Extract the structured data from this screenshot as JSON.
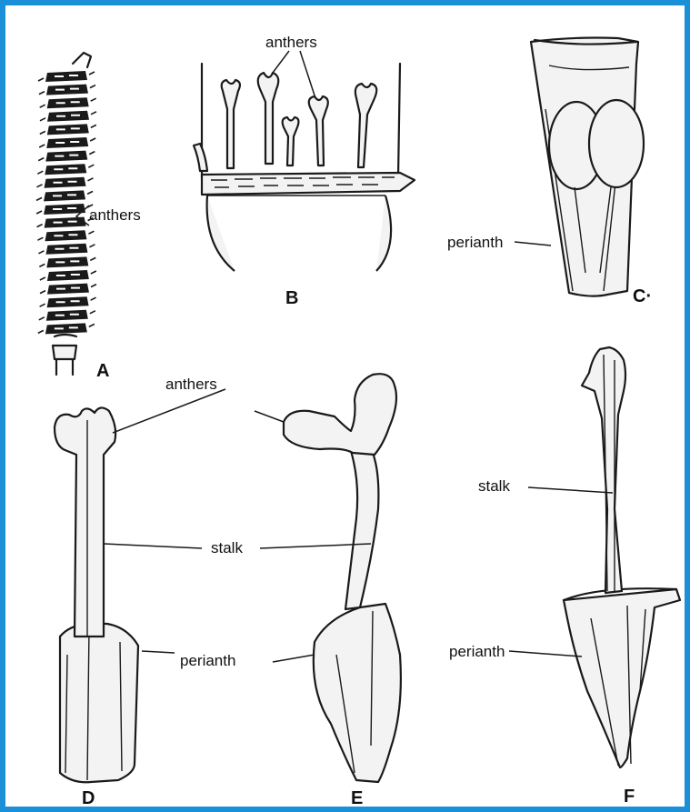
{
  "colors": {
    "frame": "#1c8fd9",
    "ink": "#1a1a1a",
    "paper": "#ffffff"
  },
  "labels": {
    "anthers_a": "anthers",
    "anthers_b": "anthers",
    "perianth_c": "perianth",
    "anthers_de": "anthers",
    "stalk_de": "stalk",
    "perianth_de": "perianth",
    "stalk_f": "stalk",
    "perianth_f": "perianth"
  },
  "panels": {
    "a": "A",
    "b": "B",
    "c": "C·",
    "d": "D",
    "e": "E",
    "f": "F"
  }
}
